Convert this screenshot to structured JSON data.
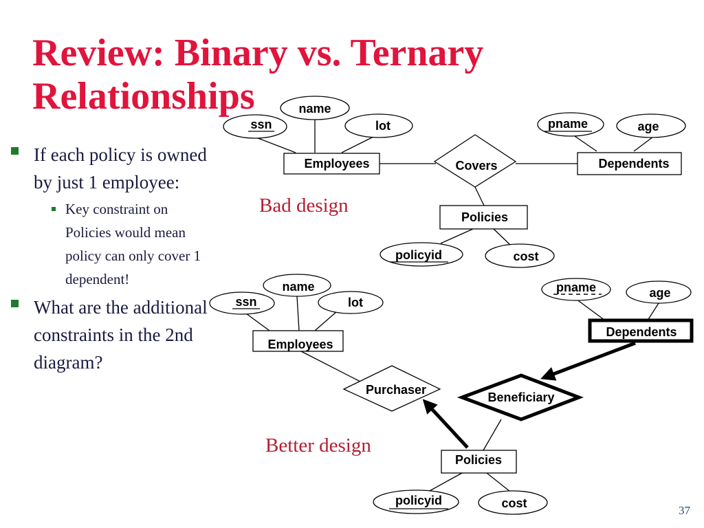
{
  "slide": {
    "title_line1": "Review: Binary vs. Ternary",
    "title_line2": "Relationships",
    "page_number": "37",
    "bullets": [
      {
        "text": "If each policy is owned by just 1 employee:"
      },
      {
        "text": "Key constraint on Policies would mean policy can only cover 1 dependent!"
      },
      {
        "text": "What are the additional constraints in the 2nd diagram?"
      }
    ]
  },
  "colors": {
    "title": "#e0143c",
    "caption": "#b21e32",
    "bullet_marker": "#1e7a2e",
    "body_text": "#1a1a40"
  },
  "diagram1": {
    "caption": "Bad design",
    "entities": {
      "employees": "Employees",
      "dependents": "Dependents",
      "policies": "Policies"
    },
    "relationship": "Covers",
    "attributes": {
      "ssn": "ssn",
      "name": "name",
      "lot": "lot",
      "pname": "pname",
      "age": "age",
      "policyid": "policyid",
      "cost": "cost"
    },
    "key_attributes": [
      "ssn",
      "pname",
      "policyid"
    ]
  },
  "diagram2": {
    "caption": "Better design",
    "entities": {
      "employees": "Employees",
      "dependents": "Dependents",
      "policies": "Policies"
    },
    "weak_entity": "Dependents",
    "relationships": {
      "purchaser": "Purchaser",
      "beneficiary": "Beneficiary"
    },
    "identifying_relationship": "Beneficiary",
    "attributes": {
      "ssn": "ssn",
      "name": "name",
      "lot": "lot",
      "pname": "pname",
      "age": "age",
      "policyid": "policyid",
      "cost": "cost"
    },
    "key_attributes": [
      "ssn",
      "policyid"
    ],
    "partial_key_attributes": [
      "pname"
    ]
  }
}
